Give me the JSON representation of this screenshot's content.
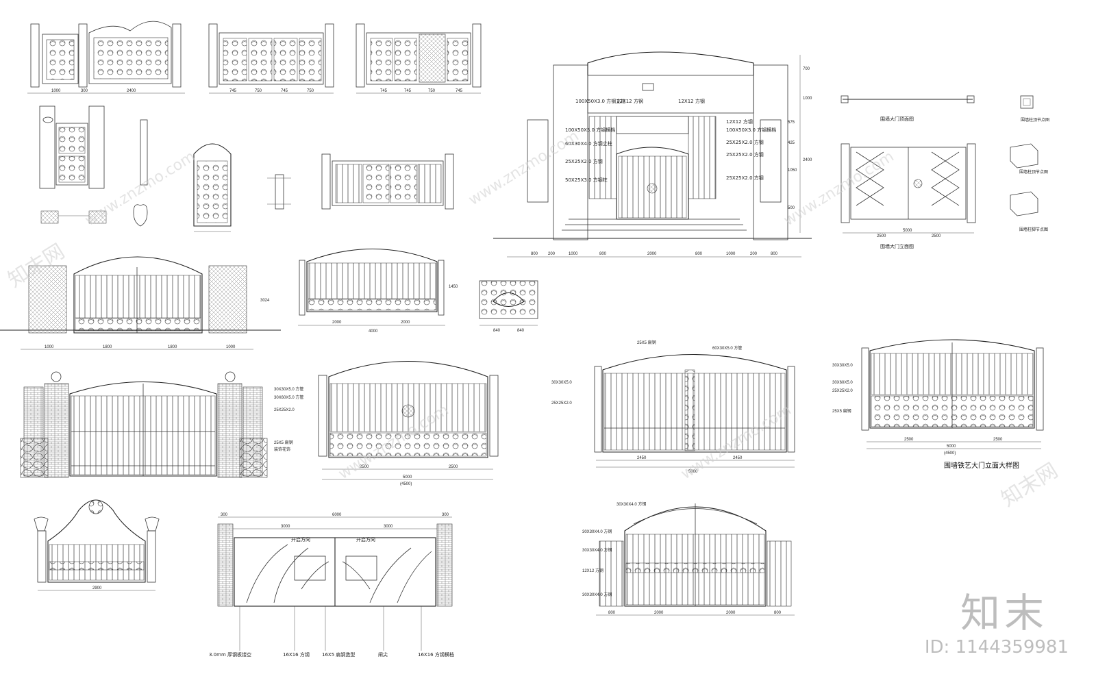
{
  "sheet": {
    "watermark_brand": "知末",
    "watermark_id": "ID: 1144359981",
    "watermark_site": "www.znzmo.com",
    "watermark_site_cn": "知末网"
  },
  "elevation_main": {
    "labels": [
      "100X50X3.0 方钢立柱",
      "12X12 方钢",
      "12X12 方钢",
      "100X50X3.0 方钢横档",
      "60X30X4.0 方钢立柱",
      "25X25X2.0 方钢",
      "50X25X3.0 方钢柱",
      "12X12 方钢",
      "100X50X3.0 方钢横档",
      "25X25X2.0 方钢",
      "25X25X2.0 方钢",
      "25X25X2.0 方钢"
    ],
    "dims_bottom": [
      "800",
      "200",
      "1000",
      "800",
      "2000",
      "800",
      "1000",
      "200",
      "800"
    ],
    "dims_right": [
      "700",
      "1000",
      "575",
      "425",
      "1050",
      "500",
      "2400"
    ]
  },
  "top_left": {
    "dims": [
      "1000",
      "300",
      "2400",
      "745",
      "750",
      "745",
      "750",
      "745",
      "745",
      "750",
      "745"
    ]
  },
  "mid_left": {
    "dims": [
      "1000",
      "1800",
      "1800",
      "1000",
      "3024",
      "4000",
      "2000",
      "2000",
      "1450",
      "840",
      "840"
    ]
  },
  "right_top": {
    "title1": "围墙大门顶面图",
    "title2": "围墙大门立面图",
    "detail_a": "围墙柱顶节点图",
    "detail_b": "围墙柱顶节点图",
    "detail_c": "围墙柱脚节点图",
    "dims": [
      "5000",
      "2500",
      "2500"
    ]
  },
  "gates_row": {
    "dims_center": [
      "2500",
      "5000",
      "(4500)",
      "2500"
    ],
    "dims_right": [
      "2450",
      "2450",
      "5000"
    ],
    "dims_far": [
      "2500",
      "5000",
      "(4500)",
      "2500"
    ],
    "caption": "围墙铁艺大门立面大样图",
    "labels_a": [
      "30X30X5.0 方管",
      "30X60X5.0 方管",
      "25X25X2.0",
      "25X5 扁钢",
      "装饰花饰"
    ],
    "labels_b": [
      "25X5 扁钢",
      "60X30X5.0 方管",
      "30X30X5.0",
      "25X25X2.0"
    ],
    "labels_c": [
      "30X30X5.0",
      "30X60X5.0",
      "25X25X2.0",
      "25X5 扁钢"
    ]
  },
  "bottom_row": {
    "center_dims": [
      "300",
      "6000",
      "300",
      "3000",
      "3000"
    ],
    "center_labels": [
      "开启方向",
      "开启方向"
    ],
    "center_notes": [
      "3.0mm 厚钢板镂空",
      "16X16 方钢",
      "16X5 扁钢造型",
      "闸尖",
      "16X16 方钢横档"
    ],
    "right_dims": [
      "800",
      "2000",
      "2000",
      "800"
    ],
    "right_labels": [
      "30X30X4.0 方钢",
      "30X30X4.0 方钢",
      "30X30X4.0 方钢",
      "12X12 方钢",
      "30X30X4.0 方钢"
    ],
    "left_dims": [
      "2900"
    ]
  }
}
